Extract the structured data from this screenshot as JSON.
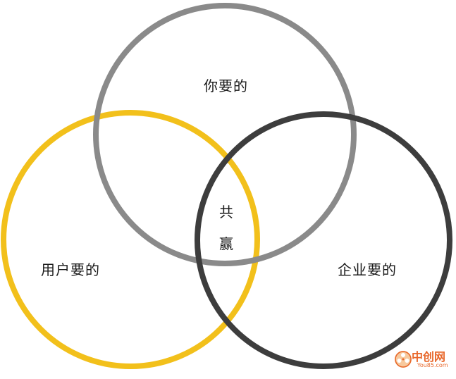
{
  "diagram": {
    "labels": {
      "you_want": "你要的",
      "user_want": "用户要的",
      "company_want": "企业要的",
      "win_line1": "共",
      "win_line2": "赢"
    },
    "colors": {
      "you_circle": "#8a8a8a",
      "user_circle": "#f2c01b",
      "company_circle": "#3d3d3d",
      "text": "#1a1a1a"
    }
  },
  "watermark": {
    "brand": "中创网",
    "site": "You85.com",
    "color": "#e8672a"
  }
}
